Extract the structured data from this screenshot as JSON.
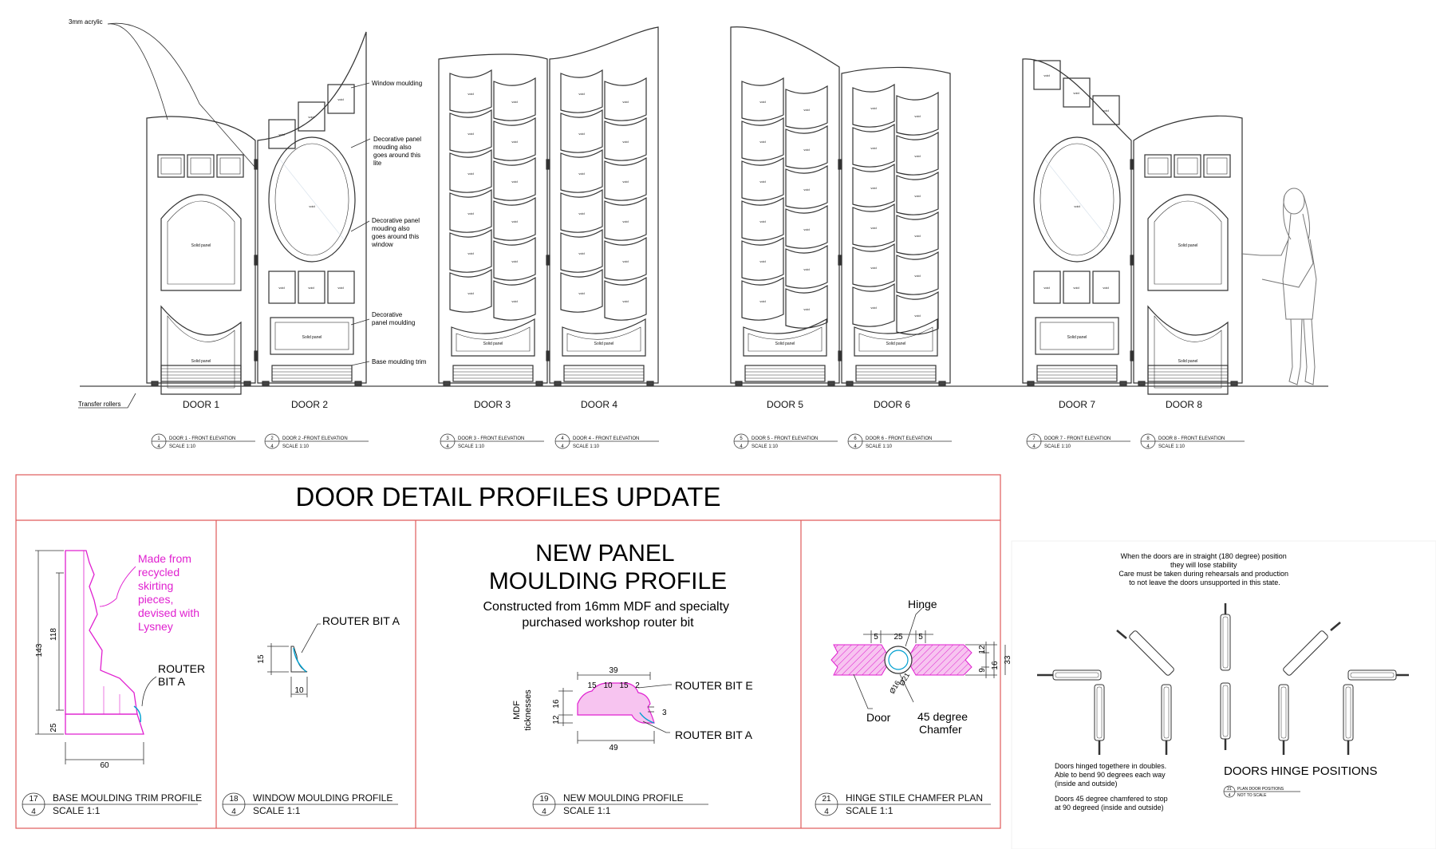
{
  "elevations": {
    "doors": [
      {
        "label": "DOOR 1",
        "tag": "1",
        "sheet": "4",
        "title": "DOOR 1 - FRONT ELEVATION",
        "scale": "SCALE 1:10"
      },
      {
        "label": "DOOR 2",
        "tag": "2",
        "sheet": "4",
        "title": "DOOR 2 -FRONT ELEVATION",
        "scale": "SCALE 1:10"
      },
      {
        "label": "DOOR 3",
        "tag": "3",
        "sheet": "4",
        "title": "DOOR 3 - FRONT ELEVATION",
        "scale": "SCALE 1:10"
      },
      {
        "label": "DOOR 4",
        "tag": "4",
        "sheet": "4",
        "title": "DOOR 4 - FRONT ELEVATION",
        "scale": "SCALE 1:10"
      },
      {
        "label": "DOOR 5",
        "tag": "5",
        "sheet": "4",
        "title": "DOOR 5 - FRONT ELEVATION",
        "scale": "SCALE 1:10"
      },
      {
        "label": "DOOR 6",
        "tag": "6",
        "sheet": "4",
        "title": "DOOR 6 - FRONT ELEVATION",
        "scale": "SCALE 1:10"
      },
      {
        "label": "DOOR 7",
        "tag": "7",
        "sheet": "4",
        "title": "DOOR 7 - FRONT ELEVATION",
        "scale": "SCALE 1:10"
      },
      {
        "label": "DOOR 8",
        "tag": "8",
        "sheet": "4",
        "title": "DOOR 8 - FRONT ELEVATION",
        "scale": "SCALE 1:10"
      }
    ],
    "callouts": {
      "acrylic": "3mm acrylic",
      "window_moulding": "Window moulding",
      "dec_lite": [
        "Decorative panel",
        "mouding also",
        "goes around this",
        "lite"
      ],
      "dec_window": [
        "Decorative panel",
        "mouding also",
        "goes around this",
        "window"
      ],
      "dec_moulding": [
        "Decorative",
        "panel moulding"
      ],
      "base_trim": "Base moulding trim",
      "rollers": "Transfer rollers"
    },
    "panel_labels": {
      "solid": "Solid panel",
      "void": "void"
    }
  },
  "details": {
    "heading": "DOOR DETAIL PROFILES UPDATE",
    "base_profile": {
      "note": [
        "Made from",
        "recycled",
        "skirting",
        "pieces,",
        "devised with",
        "Lysney"
      ],
      "router": [
        "ROUTER",
        "BIT A"
      ],
      "dims": {
        "h_total": "143",
        "h_upper": "118",
        "h_lower": "25",
        "width": "60"
      },
      "tag": "17",
      "sheet": "4",
      "title": "BASE MOULDING TRIM PROFILE",
      "scale": "SCALE 1:1"
    },
    "window_profile": {
      "router": "ROUTER BIT A",
      "dims": {
        "height": "15",
        "width": "10"
      },
      "tag": "18",
      "sheet": "4",
      "title": "WINDOW MOULDING PROFILE",
      "scale": "SCALE 1:1"
    },
    "panel_profile": {
      "heading": [
        "NEW PANEL",
        "MOULDING PROFILE"
      ],
      "sub": [
        "Constructed from 16mm  MDF and specialty",
        "purchased workshop router bit"
      ],
      "router_e": "ROUTER BIT  E",
      "router_a": "ROUTER BIT  A",
      "mdf": [
        "MDF",
        "ticknesses"
      ],
      "dims": {
        "top": "39",
        "a": "15",
        "b": "10",
        "c": "15",
        "d": "2",
        "h1": "16",
        "h2": "12",
        "side": "3",
        "bottom": "49"
      },
      "tag": "19",
      "sheet": "4",
      "title": "NEW MOULDING PROFILE",
      "scale": "SCALE 1:1"
    },
    "hinge_chamfer": {
      "hinge": "Hinge",
      "door": "Door",
      "chamfer": [
        "45 degree",
        "Chamfer"
      ],
      "dims": {
        "a": "5",
        "b": "25",
        "c": "5",
        "d": "12",
        "e": "9",
        "f": "16",
        "g": "33",
        "dia1": "Ø21",
        "dia2": "Ø16"
      },
      "tag": "21",
      "sheet": "4",
      "title": "HINGE STILE CHAMFER PLAN",
      "scale": "SCALE 1:1"
    }
  },
  "hinge_positions": {
    "warning": [
      "When the doors are in straight (180 degree) position",
      "they will lose stability",
      "Care must be taken during rehearsals and production",
      "to not leave the doors unsupported in this state."
    ],
    "note1": [
      "Doors hinged togethere in doubles.",
      "Able to bend 90 degrees each way",
      "(inside and outside)"
    ],
    "note2": [
      "Doors 45 degree chamfered to stop",
      "at 90 degreed (inside and outside)"
    ],
    "heading": "DOORS HINGE POSITIONS",
    "tag": "21",
    "sheet": "4",
    "title": "PLAN DOOR POSITIONS",
    "scale": "NOT TO SCALE"
  },
  "colors": {
    "accent_pink": "#e020d0",
    "frame_red": "#e05a5a",
    "hatch_pink": "#f4a6ec",
    "line": "#333333"
  }
}
